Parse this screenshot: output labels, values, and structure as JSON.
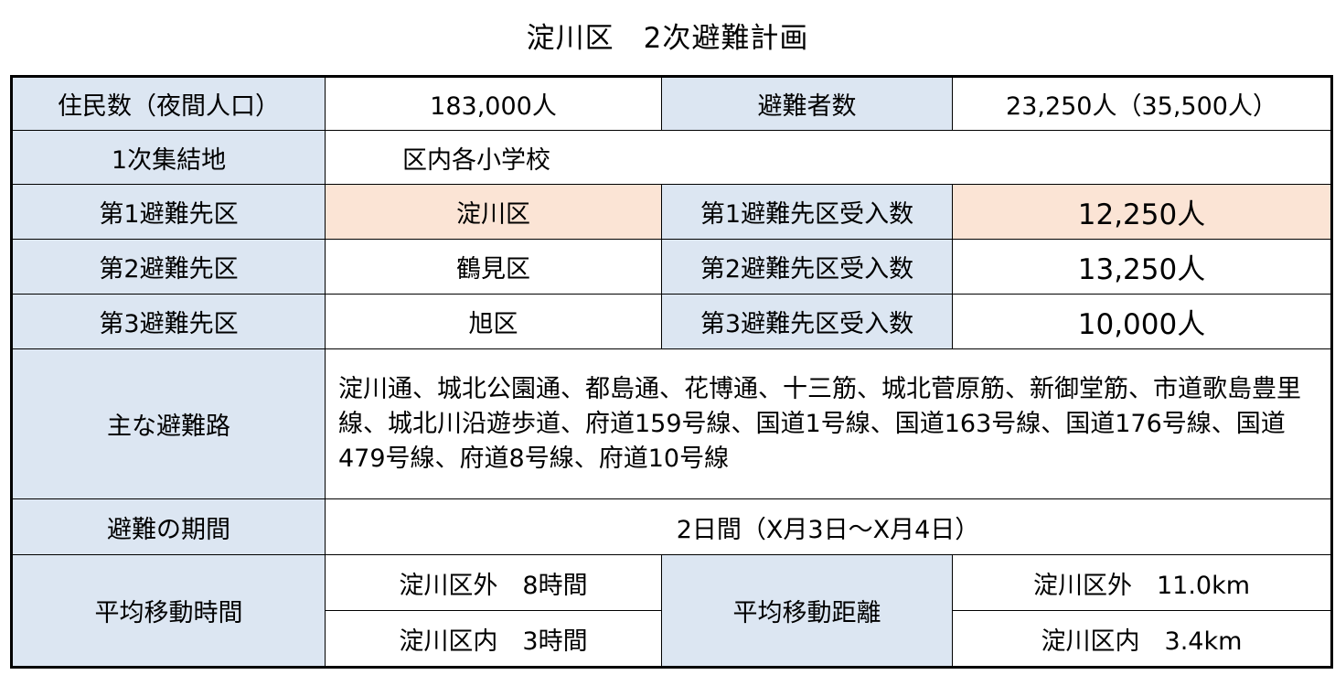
{
  "title": "淀川区　2次避難計画",
  "rows": {
    "population": {
      "label": "住民数（夜間人口）",
      "value": "183,000人"
    },
    "evacuees": {
      "label": "避難者数",
      "value": "23,250人（35,500人）"
    },
    "primary_assembly": {
      "label": "1次集結地",
      "value": "区内各小学校"
    },
    "dest1": {
      "label": "第1避難先区",
      "value": "淀川区",
      "cap_label": "第1避難先区受入数",
      "cap_value": "12,250人"
    },
    "dest2": {
      "label": "第2避難先区",
      "value": "鶴見区",
      "cap_label": "第2避難先区受入数",
      "cap_value": "13,250人"
    },
    "dest3": {
      "label": "第3避難先区",
      "value": "旭区",
      "cap_label": "第3避難先区受入数",
      "cap_value": "10,000人"
    },
    "routes": {
      "label": "主な避難路",
      "value": "淀川通、城北公園通、都島通、花博通、十三筋、城北菅原筋、新御堂筋、市道歌島豊里線、城北川沿遊歩道、府道159号線、国道1号線、国道163号線、国道176号線、国道479号線、府道8号線、府道10号線"
    },
    "period": {
      "label": "避難の期間",
      "value": "2日間（X月3日～X月4日）"
    },
    "avg_time": {
      "label": "平均移動時間",
      "outside": "淀川区外　8時間",
      "inside": "淀川区内　3時間"
    },
    "avg_distance": {
      "label": "平均移動距離",
      "outside": "淀川区外　11.0km",
      "inside": "淀川区内　3.4km"
    }
  },
  "colors": {
    "label_bg": "#dce6f2",
    "highlight_bg": "#fbe4d5"
  }
}
